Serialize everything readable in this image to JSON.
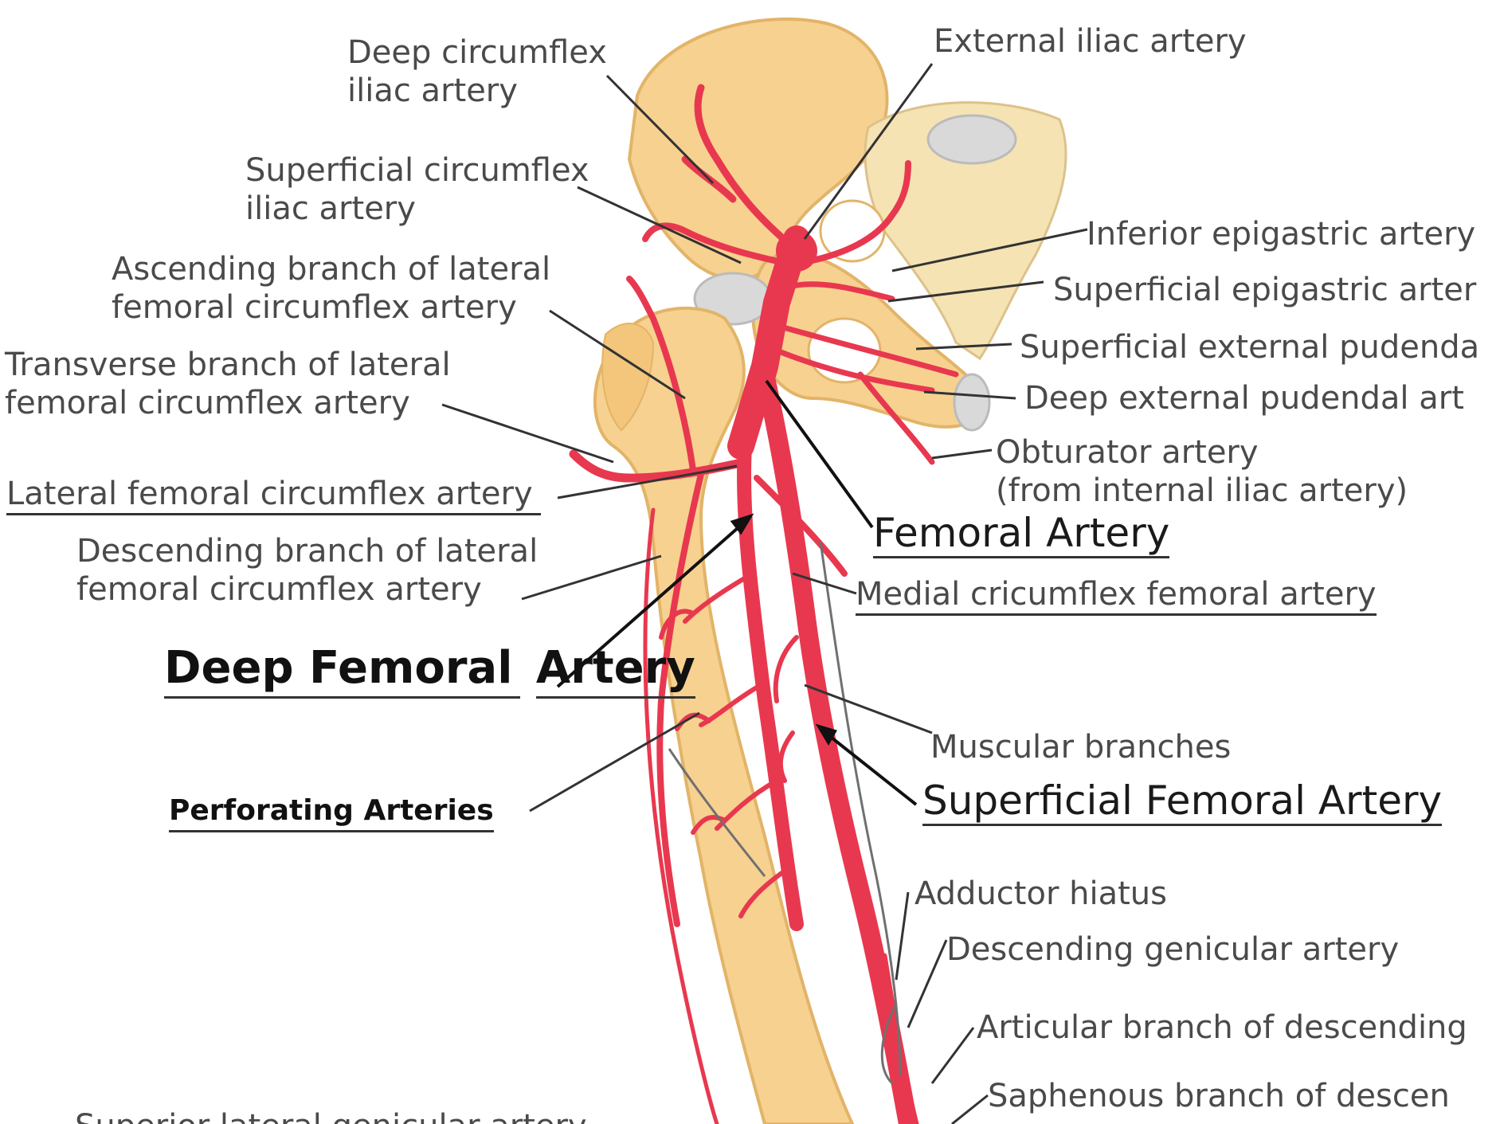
{
  "labels": {
    "deep_circumflex_iliac": [
      "Deep circumflex",
      "iliac artery"
    ],
    "external_iliac": "External iliac artery",
    "superficial_circumflex_iliac": [
      "Superficial circumflex",
      "iliac artery"
    ],
    "ascending_branch_lfca": [
      "Ascending branch of lateral",
      "femoral circumflex artery"
    ],
    "transverse_branch_lfca": [
      "Transverse branch of lateral",
      "femoral circumflex artery"
    ],
    "lateral_femoral_circumflex": "Lateral femoral circumflex artery",
    "descending_branch_lfca": [
      "Descending branch of lateral",
      "femoral circumflex artery"
    ],
    "deep_femoral": [
      "Deep Femoral",
      "Artery"
    ],
    "perforating": "Perforating Arteries",
    "superior_lateral_genicular": "Superior lateral genicular artery",
    "inferior_epigastric": "Inferior epigastric artery",
    "superficial_epigastric": "Superficial epigastric arter",
    "superficial_external_pudendal": "Superficial external pudenda",
    "deep_external_pudendal": "Deep external pudendal art",
    "obturator": [
      "Obturator artery",
      "(from internal iliac artery)"
    ],
    "femoral": "Femoral Artery",
    "medial_circumflex": "Medial cricumflex femoral artery",
    "muscular_branches": "Muscular branches",
    "superficial_femoral": "Superficial Femoral Artery",
    "adductor_hiatus": "Adductor hiatus",
    "descending_genicular": "Descending genicular artery",
    "articular_branch": "Articular branch of descending",
    "saphenous_branch": "Saphenous branch of descen"
  },
  "colors": {
    "bone": "#f7d190",
    "bone_outline": "#e2b468",
    "sacrum": "#f5e3b4",
    "cartilage": "#d9d9d9",
    "artery": "#e8384f",
    "artery_dark": "#c42a3e",
    "leader": "#333333",
    "text": "#4a4a4a"
  }
}
